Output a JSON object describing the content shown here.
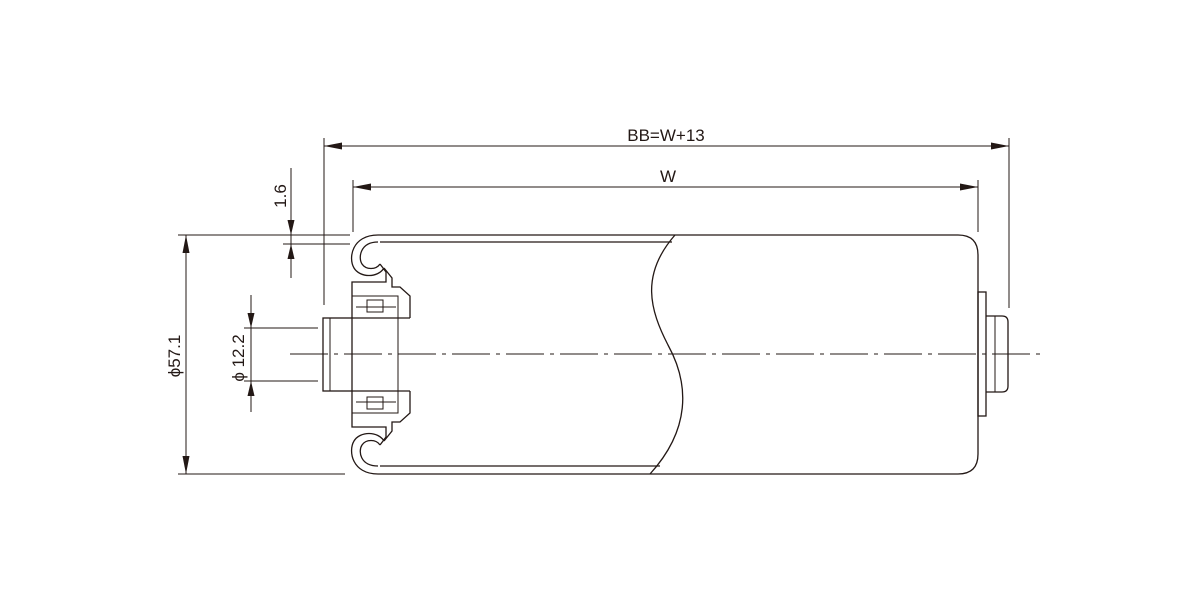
{
  "dimensions": {
    "overall_length": "BB=W+13",
    "face_width": "W",
    "wall_thickness": "1.6",
    "roller_diameter": "ϕ57.1",
    "shaft_diameter": "ϕ 12.2"
  }
}
